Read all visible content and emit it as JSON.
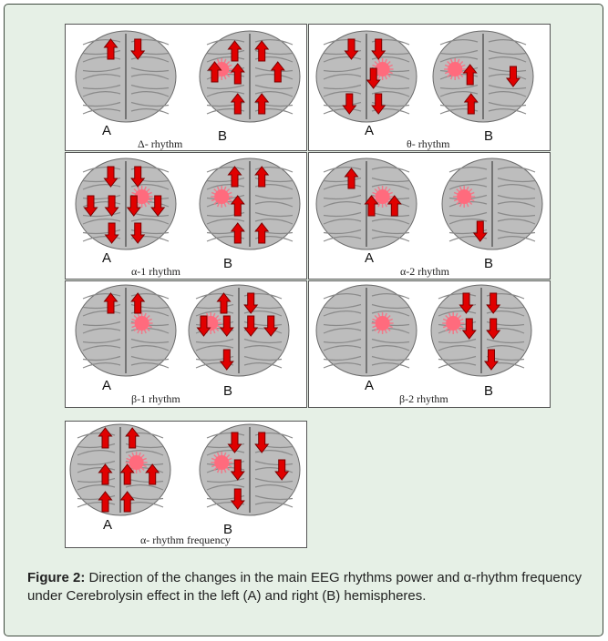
{
  "figure": {
    "caption_label": "Figure 2:",
    "caption_text": " Direction of the changes in the main EEG rhythms power and α-rhythm frequency under Cerebrolysin effect in the left (A) and right (B) hemispheres."
  },
  "panels": [
    {
      "id": "delta",
      "rhythm": "Δ- rhythm",
      "label_a": "A",
      "label_b": "B",
      "brain_a": {
        "spot": false,
        "arrows": [
          [
            "u",
            0.35,
            0.2
          ],
          [
            "d",
            0.62,
            0.2
          ]
        ]
      },
      "brain_b": {
        "spot": true,
        "arrows": [
          [
            "u",
            0.35,
            0.22
          ],
          [
            "u",
            0.62,
            0.22
          ],
          [
            "u",
            0.15,
            0.45
          ],
          [
            "u",
            0.38,
            0.47
          ],
          [
            "u",
            0.78,
            0.45
          ],
          [
            "u",
            0.38,
            0.8
          ],
          [
            "u",
            0.62,
            0.8
          ]
        ]
      }
    },
    {
      "id": "theta",
      "rhythm": "θ- rhythm",
      "label_a": "A",
      "label_b": "B",
      "brain_a": {
        "spot": true,
        "arrows": [
          [
            "d",
            0.35,
            0.2
          ],
          [
            "d",
            0.62,
            0.2
          ],
          [
            "d",
            0.57,
            0.52
          ],
          [
            "d",
            0.33,
            0.8
          ],
          [
            "d",
            0.62,
            0.8
          ]
        ]
      },
      "brain_b": {
        "spot": true,
        "arrows": [
          [
            "u",
            0.37,
            0.48
          ],
          [
            "d",
            0.8,
            0.5
          ],
          [
            "u",
            0.38,
            0.8
          ]
        ]
      }
    },
    {
      "id": "alpha1",
      "rhythm": "α-1 rhythm",
      "label_a": "A",
      "label_b": "B",
      "brain_a": {
        "spot": true,
        "arrows": [
          [
            "d",
            0.35,
            0.2
          ],
          [
            "d",
            0.62,
            0.2
          ],
          [
            "d",
            0.15,
            0.52
          ],
          [
            "d",
            0.36,
            0.52
          ],
          [
            "d",
            0.58,
            0.52
          ],
          [
            "d",
            0.82,
            0.52
          ],
          [
            "d",
            0.36,
            0.82
          ],
          [
            "d",
            0.62,
            0.82
          ]
        ]
      },
      "brain_b": {
        "spot": true,
        "arrows": [
          [
            "u",
            0.35,
            0.2
          ],
          [
            "u",
            0.62,
            0.2
          ],
          [
            "u",
            0.38,
            0.52
          ],
          [
            "u",
            0.38,
            0.82
          ],
          [
            "u",
            0.62,
            0.82
          ]
        ]
      }
    },
    {
      "id": "alpha2",
      "rhythm": "α-2 rhythm",
      "label_a": "A",
      "label_b": "B",
      "brain_a": {
        "spot": true,
        "arrows": [
          [
            "u",
            0.35,
            0.22
          ],
          [
            "u",
            0.55,
            0.52
          ],
          [
            "u",
            0.78,
            0.52
          ]
        ]
      },
      "brain_b": {
        "spot": true,
        "arrows": [
          [
            "d",
            0.38,
            0.8
          ]
        ]
      }
    },
    {
      "id": "beta1",
      "rhythm": "β-1 rhythm",
      "label_a": "A",
      "label_b": "B",
      "brain_a": {
        "spot": true,
        "arrows": [
          [
            "u",
            0.35,
            0.2
          ],
          [
            "u",
            0.62,
            0.2
          ]
        ]
      },
      "brain_b": {
        "spot": true,
        "arrows": [
          [
            "u",
            0.35,
            0.2
          ],
          [
            "d",
            0.62,
            0.2
          ],
          [
            "d",
            0.15,
            0.45
          ],
          [
            "d",
            0.38,
            0.45
          ],
          [
            "d",
            0.62,
            0.45
          ],
          [
            "d",
            0.82,
            0.45
          ],
          [
            "d",
            0.38,
            0.82
          ]
        ]
      }
    },
    {
      "id": "beta2",
      "rhythm": "β-2  rhythm",
      "label_a": "A",
      "label_b": "B",
      "brain_a": {
        "spot": true,
        "arrows": []
      },
      "brain_b": {
        "spot": true,
        "arrows": [
          [
            "d",
            0.35,
            0.2
          ],
          [
            "d",
            0.62,
            0.2
          ],
          [
            "d",
            0.38,
            0.48
          ],
          [
            "d",
            0.62,
            0.48
          ],
          [
            "d",
            0.6,
            0.82
          ]
        ]
      }
    },
    {
      "id": "alphafreq",
      "rhythm": "α- rhythm frequency",
      "label_a": "A",
      "label_b": "B",
      "brain_a": {
        "spot": true,
        "arrows": [
          [
            "u",
            0.35,
            0.15
          ],
          [
            "u",
            0.62,
            0.15
          ],
          [
            "u",
            0.35,
            0.55
          ],
          [
            "u",
            0.57,
            0.55
          ],
          [
            "u",
            0.82,
            0.55
          ],
          [
            "u",
            0.35,
            0.85
          ],
          [
            "u",
            0.57,
            0.85
          ]
        ]
      },
      "brain_b": {
        "spot": true,
        "arrows": [
          [
            "d",
            0.35,
            0.2
          ],
          [
            "d",
            0.62,
            0.2
          ],
          [
            "d",
            0.38,
            0.5
          ],
          [
            "d",
            0.82,
            0.5
          ],
          [
            "d",
            0.38,
            0.82
          ]
        ]
      }
    }
  ]
}
